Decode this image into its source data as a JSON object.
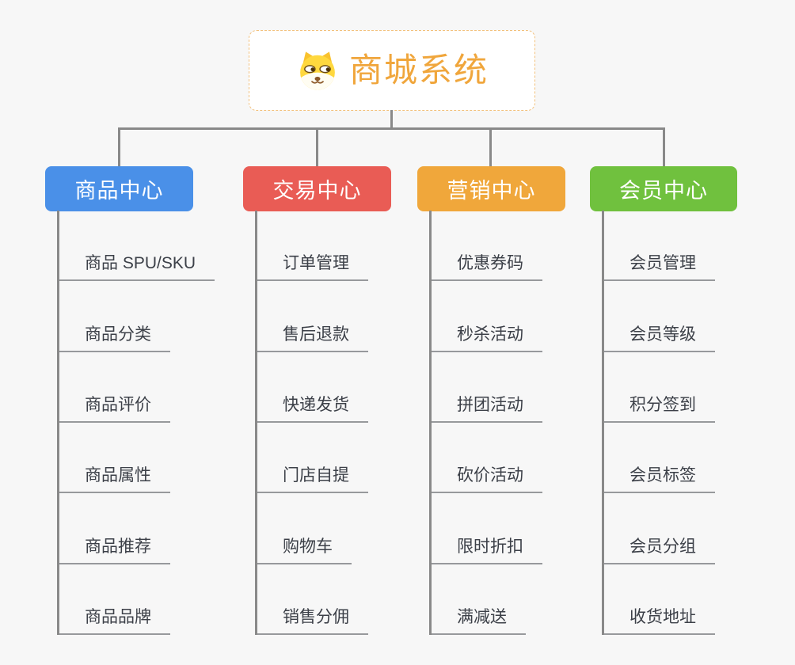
{
  "page": {
    "background_color": "#f7f7f7",
    "connector_color": "#898989",
    "underline_color": "#97999c"
  },
  "root": {
    "title": "商城系统",
    "icon": "doge-face-icon",
    "text_color": "#f0a63c",
    "border_color": "#f2c17d"
  },
  "branches": [
    {
      "id": "product-center",
      "label": "商品中心",
      "color": "#4a90e8",
      "children": [
        "商品 SPU/SKU",
        "商品分类",
        "商品评价",
        "商品属性",
        "商品推荐",
        "商品品牌"
      ]
    },
    {
      "id": "trade-center",
      "label": "交易中心",
      "color": "#e95c55",
      "children": [
        "订单管理",
        "售后退款",
        "快递发货",
        "门店自提",
        "购物车",
        "销售分佣"
      ]
    },
    {
      "id": "marketing-center",
      "label": "营销中心",
      "color": "#f0a73b",
      "children": [
        "优惠券码",
        "秒杀活动",
        "拼团活动",
        "砍价活动",
        "限时折扣",
        "满减送"
      ]
    },
    {
      "id": "member-center",
      "label": "会员中心",
      "color": "#70c13e",
      "children": [
        "会员管理",
        "会员等级",
        "积分签到",
        "会员标签",
        "会员分组",
        "收货地址"
      ]
    }
  ]
}
